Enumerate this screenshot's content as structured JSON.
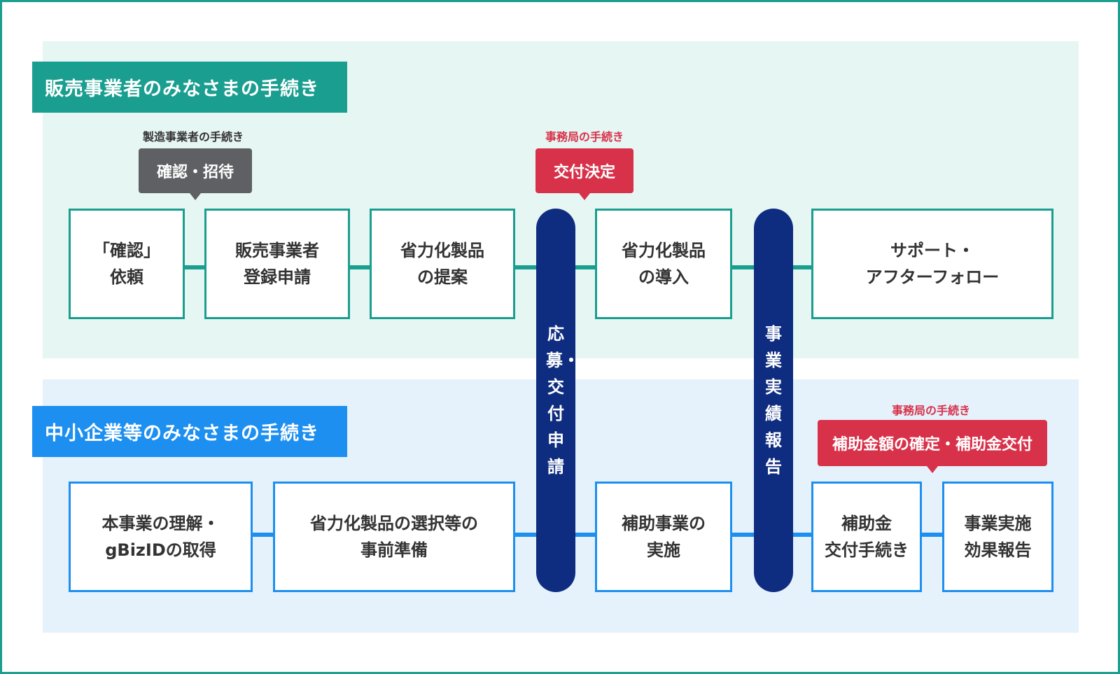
{
  "top_section": {
    "label": "販売事業者のみなさまの手続き",
    "note_manufacturer": "製造事業者の手続き",
    "bubble_confirm": "確認・招待",
    "note_office": "事務局の手続き",
    "bubble_decision": "交付決定",
    "boxes": [
      "「確認」\n依頼",
      "販売事業者\n登録申請",
      "省力化製品\nの提案",
      "省力化製品\nの導入",
      "サポート・\nアフターフォロー"
    ]
  },
  "bottom_section": {
    "label": "中小企業等のみなさまの手続き",
    "note_office": "事務局の手続き",
    "bubble_grant": "補助金額の確定・補助金交付",
    "boxes": [
      "本事業の理解・\ngBizIDの取得",
      "省力化製品の選択等の\n事前準備",
      "補助事業の\n実施",
      "補助金\n交付手続き",
      "事業実施\n効果報告"
    ]
  },
  "pillars": {
    "application": "応募・交付申請",
    "report": "事業実績報告"
  },
  "colors": {
    "teal": "#1a9e8f",
    "blue": "#1d8ff0",
    "navy": "#0f2d80",
    "red": "#d8324a",
    "gray": "#5e6063"
  }
}
